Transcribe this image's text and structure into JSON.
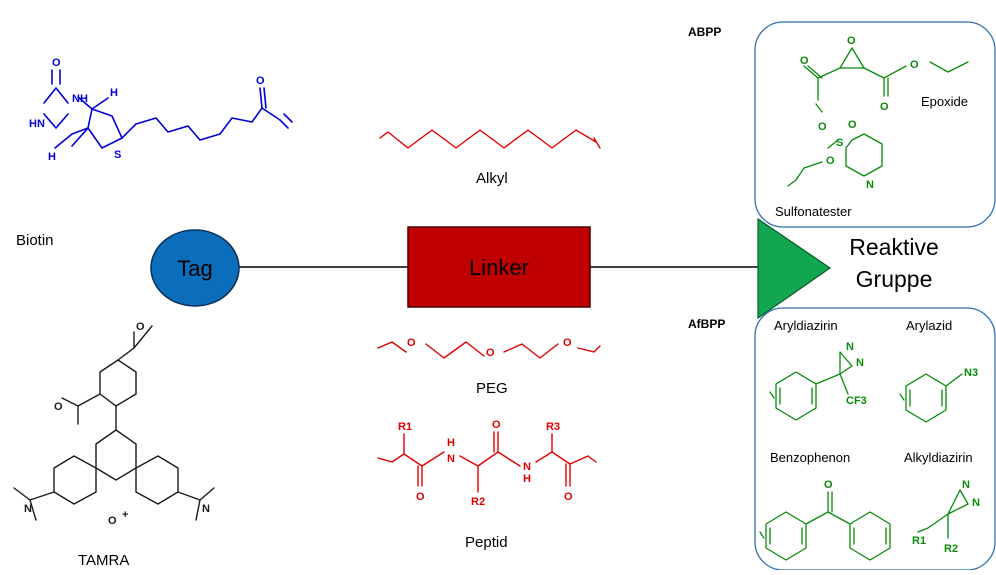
{
  "diagram": {
    "tag_label": "Tag",
    "linker_label": "Linker",
    "reactive_label_line1": "Reaktive",
    "reactive_label_line2": "Gruppe",
    "biotin_label": "Biotin",
    "tamra_label": "TAMRA",
    "alkyl_label": "Alkyl",
    "peg_label": "PEG",
    "peptid_label": "Peptid",
    "abpp_heading": "ABPP",
    "afbpp_heading": "AfBPP",
    "epoxide_label": "Epoxide",
    "sulfonatester_label": "Sulfonatester",
    "aryldiazirin_label": "Aryldiazirin",
    "arylazid_label": "Arylazid",
    "benzophenon_label": "Benzophenon",
    "alkyldiazirin_label": "Alkyldiazirin"
  },
  "colors": {
    "tag_fill": "#0b6ebd",
    "linker_fill": "#c00000",
    "reactive_fill": "#12a650",
    "box_border": "#2f6fb0",
    "biotin_color": "#0000d8",
    "linker_structures": "#e00000",
    "reactive_structures": "#0a8a0a"
  },
  "atoms": {
    "biotin": [
      "O",
      "NH",
      "H",
      "HN",
      "H",
      "S",
      "O"
    ],
    "tamra": [
      "O",
      "O",
      "O",
      "+",
      "N",
      "N"
    ],
    "peg": [
      "O",
      "O",
      "O"
    ],
    "peptid": [
      "R1",
      "H",
      "N",
      "O",
      "R2",
      "O",
      "R3",
      "N",
      "H",
      "O"
    ],
    "epoxide": [
      "O",
      "O",
      "O",
      "O"
    ],
    "sulfonatester": [
      "O",
      "S",
      "O",
      "O",
      "N"
    ],
    "aryldiazirin": [
      "N",
      "N",
      "CF3"
    ],
    "arylazid": [
      "N3"
    ],
    "benzophenon": [
      "O"
    ],
    "alkyldiazirin": [
      "N",
      "N",
      "R1",
      "R2"
    ]
  }
}
